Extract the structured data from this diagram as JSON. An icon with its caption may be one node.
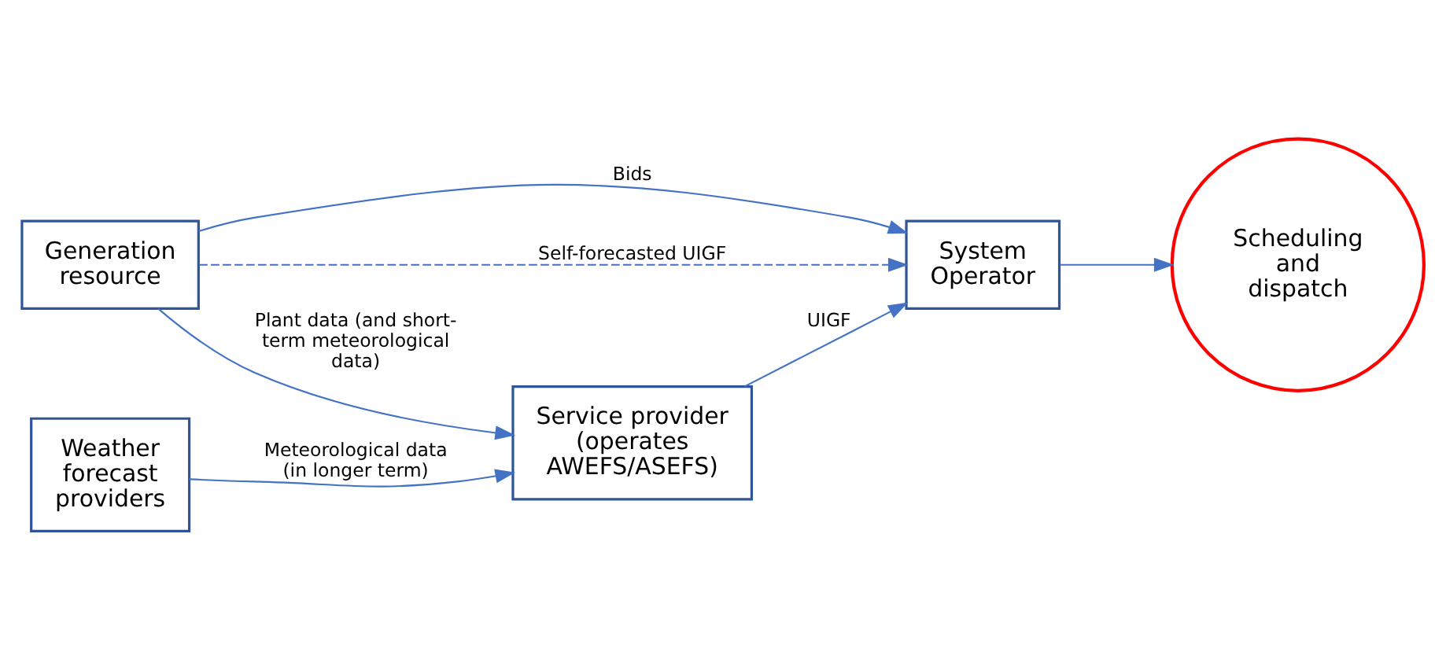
{
  "diagram": {
    "nodes": [
      {
        "text": [
          "Generation resource"
        ]
      },
      {
        "text": [
          "Weather forecast providers"
        ]
      },
      {
        "text": [
          "Service provider (operates AWEFS/ASEFS)"
        ]
      },
      {
        "text": [
          "System Operator"
        ]
      },
      {
        "text": [
          "Scheduling and dispatch"
        ]
      }
    ],
    "edges": [
      {
        "from": 0,
        "to": 3,
        "arrow": "to",
        "label": "Bids"
      },
      {
        "from": 0,
        "to": 3,
        "arrow": "to",
        "label": "Self-forecasted UIGF",
        "style": "dashed"
      },
      {
        "from": 0,
        "to": 2,
        "arrow": "to",
        "label": "Plant data (and short-term meteorological data)"
      },
      {
        "from": 1,
        "to": 2,
        "arrow": "to",
        "label": "Meteorological data (in longer term)"
      },
      {
        "from": 2,
        "to": 3,
        "arrow": "to",
        "label": "UIGF"
      },
      {
        "from": 3,
        "to": 4,
        "arrow": "to"
      }
    ]
  }
}
